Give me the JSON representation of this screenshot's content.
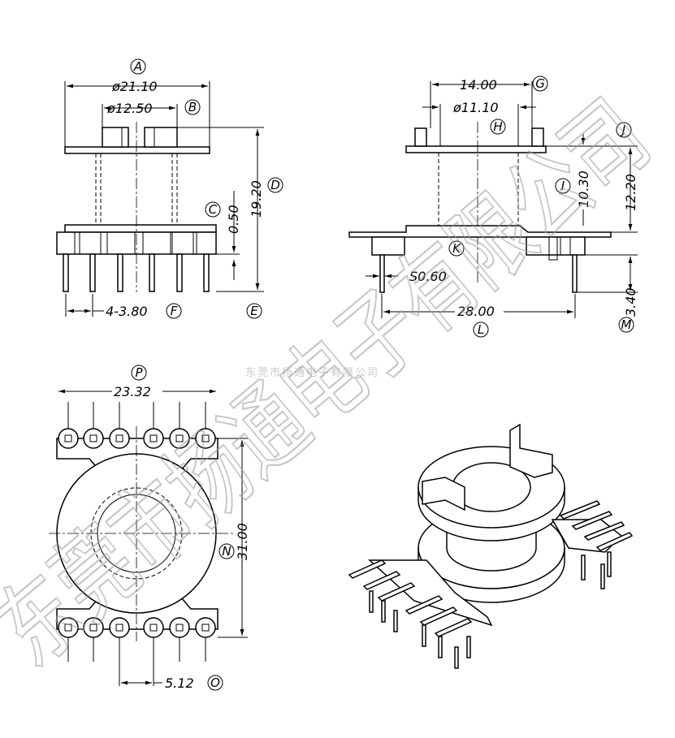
{
  "watermark": {
    "small": "东莞市扬通电子有限公司",
    "large": "东莞市扬通电子有限公司"
  },
  "front_view": {
    "dims": {
      "outer_diameter": "ø21.10",
      "inner_diameter": "ø12.50",
      "height": "19.20",
      "flange": "0.50",
      "pin_pitch": "4-3.80"
    },
    "labels": {
      "A": "A",
      "B": "B",
      "C": "C",
      "D": "D",
      "E": "E",
      "F": "F"
    }
  },
  "side_view": {
    "dims": {
      "width_top": "14.00",
      "core_diameter": "ø11.10",
      "height_inner": "10.30",
      "height_total": "12.20",
      "pin_height": "3.40",
      "pin_diameter": "S0.60",
      "total_width": "28.00"
    },
    "labels": {
      "G": "G",
      "H": "H",
      "I": "I",
      "J": "J",
      "K": "K",
      "L": "L",
      "M": "M"
    }
  },
  "bottom_view": {
    "dims": {
      "width": "23.32",
      "length": "31.00",
      "pin_spacing": "5.12"
    },
    "labels": {
      "N": "N",
      "O": "O",
      "P": "P"
    }
  }
}
